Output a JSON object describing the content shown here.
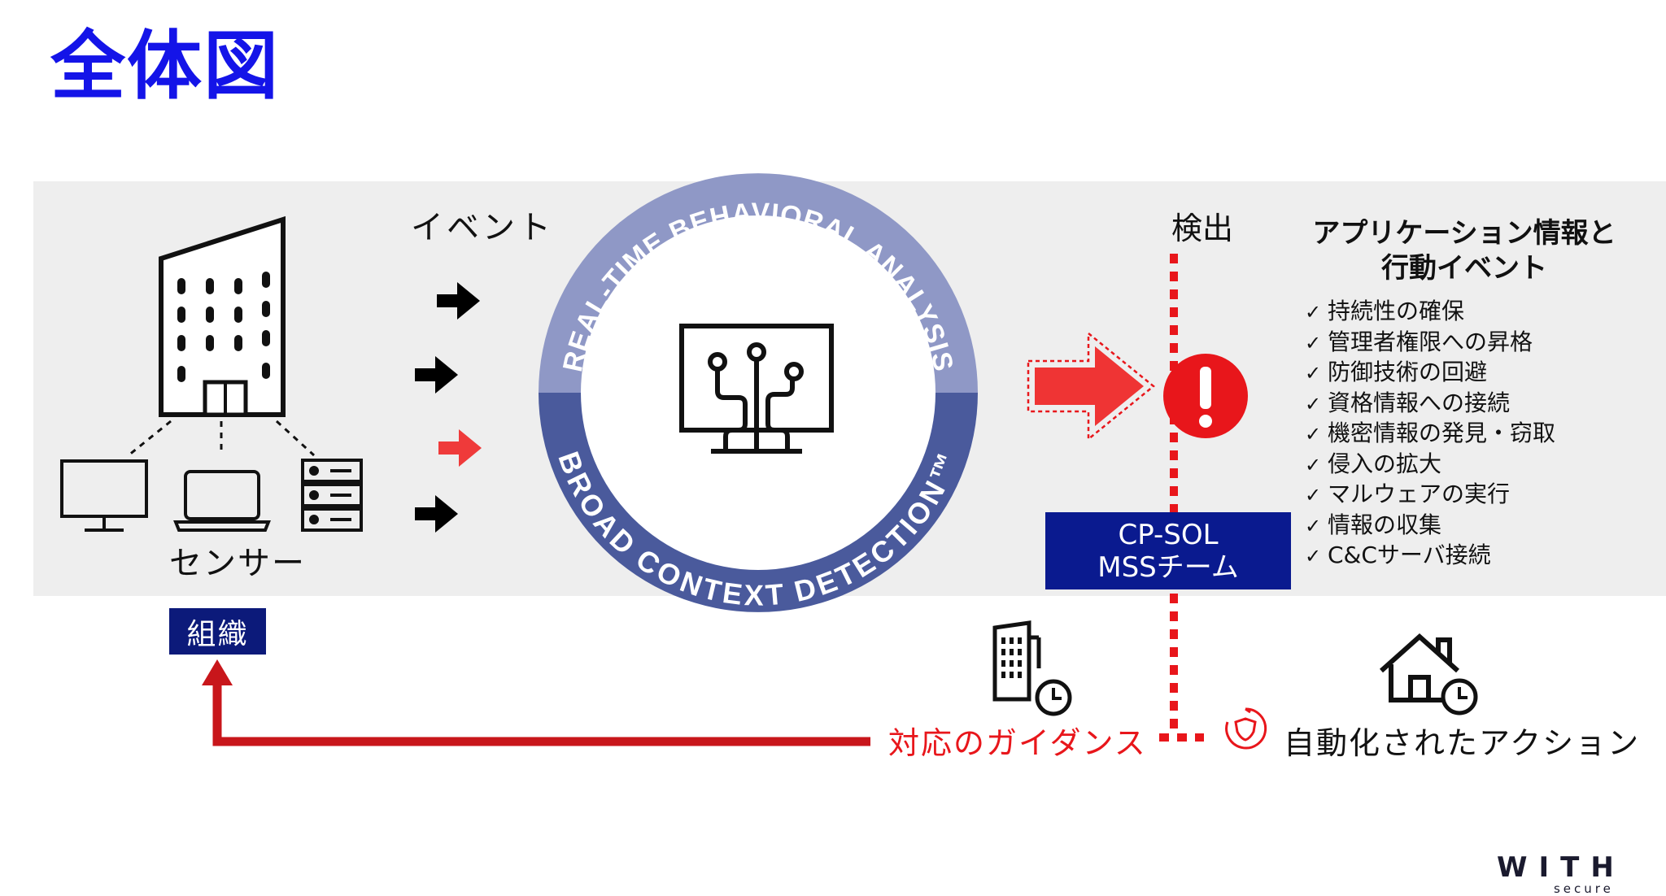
{
  "title": "全体図",
  "labels": {
    "event": "イベント",
    "sensor": "センサー",
    "organization": "組織",
    "detection": "検出",
    "mss_team_line1": "CP-SOL",
    "mss_team_line2": "MSSチーム",
    "guidance": "対応のガイダンス",
    "automated_action": "自動化されたアクション"
  },
  "ring": {
    "top_text": "REAL-TIME BEHAVIORAL ANALYSIS",
    "bottom_text": "BROAD CONTEXT DETECTION™",
    "top_color": "#8f98c6",
    "bottom_color": "#4a5a9c"
  },
  "app_events": {
    "title_line1": "アプリケーション情報と",
    "title_line2": "行動イベント",
    "items": [
      "持続性の確保",
      "管理者権限への昇格",
      "防御技術の回避",
      "資格情報への接続",
      "機密情報の発見・窃取",
      "侵入の拡大",
      "マルウェアの実行",
      "情報の収集",
      "C&Cサーバ接続"
    ]
  },
  "logo": {
    "main": "WITH",
    "sub": "secure"
  },
  "colors": {
    "accent_blue": "#1414e8",
    "alert_red": "#e8161b",
    "navy": "#0a1a8f",
    "band": "#eeeeee"
  },
  "icons": [
    "building-icon",
    "monitor-icon",
    "laptop-icon",
    "server-icon",
    "arrow-icon",
    "ai-network-icon",
    "alert-icon",
    "office-clock-icon",
    "house-clock-icon",
    "shield-icon"
  ]
}
